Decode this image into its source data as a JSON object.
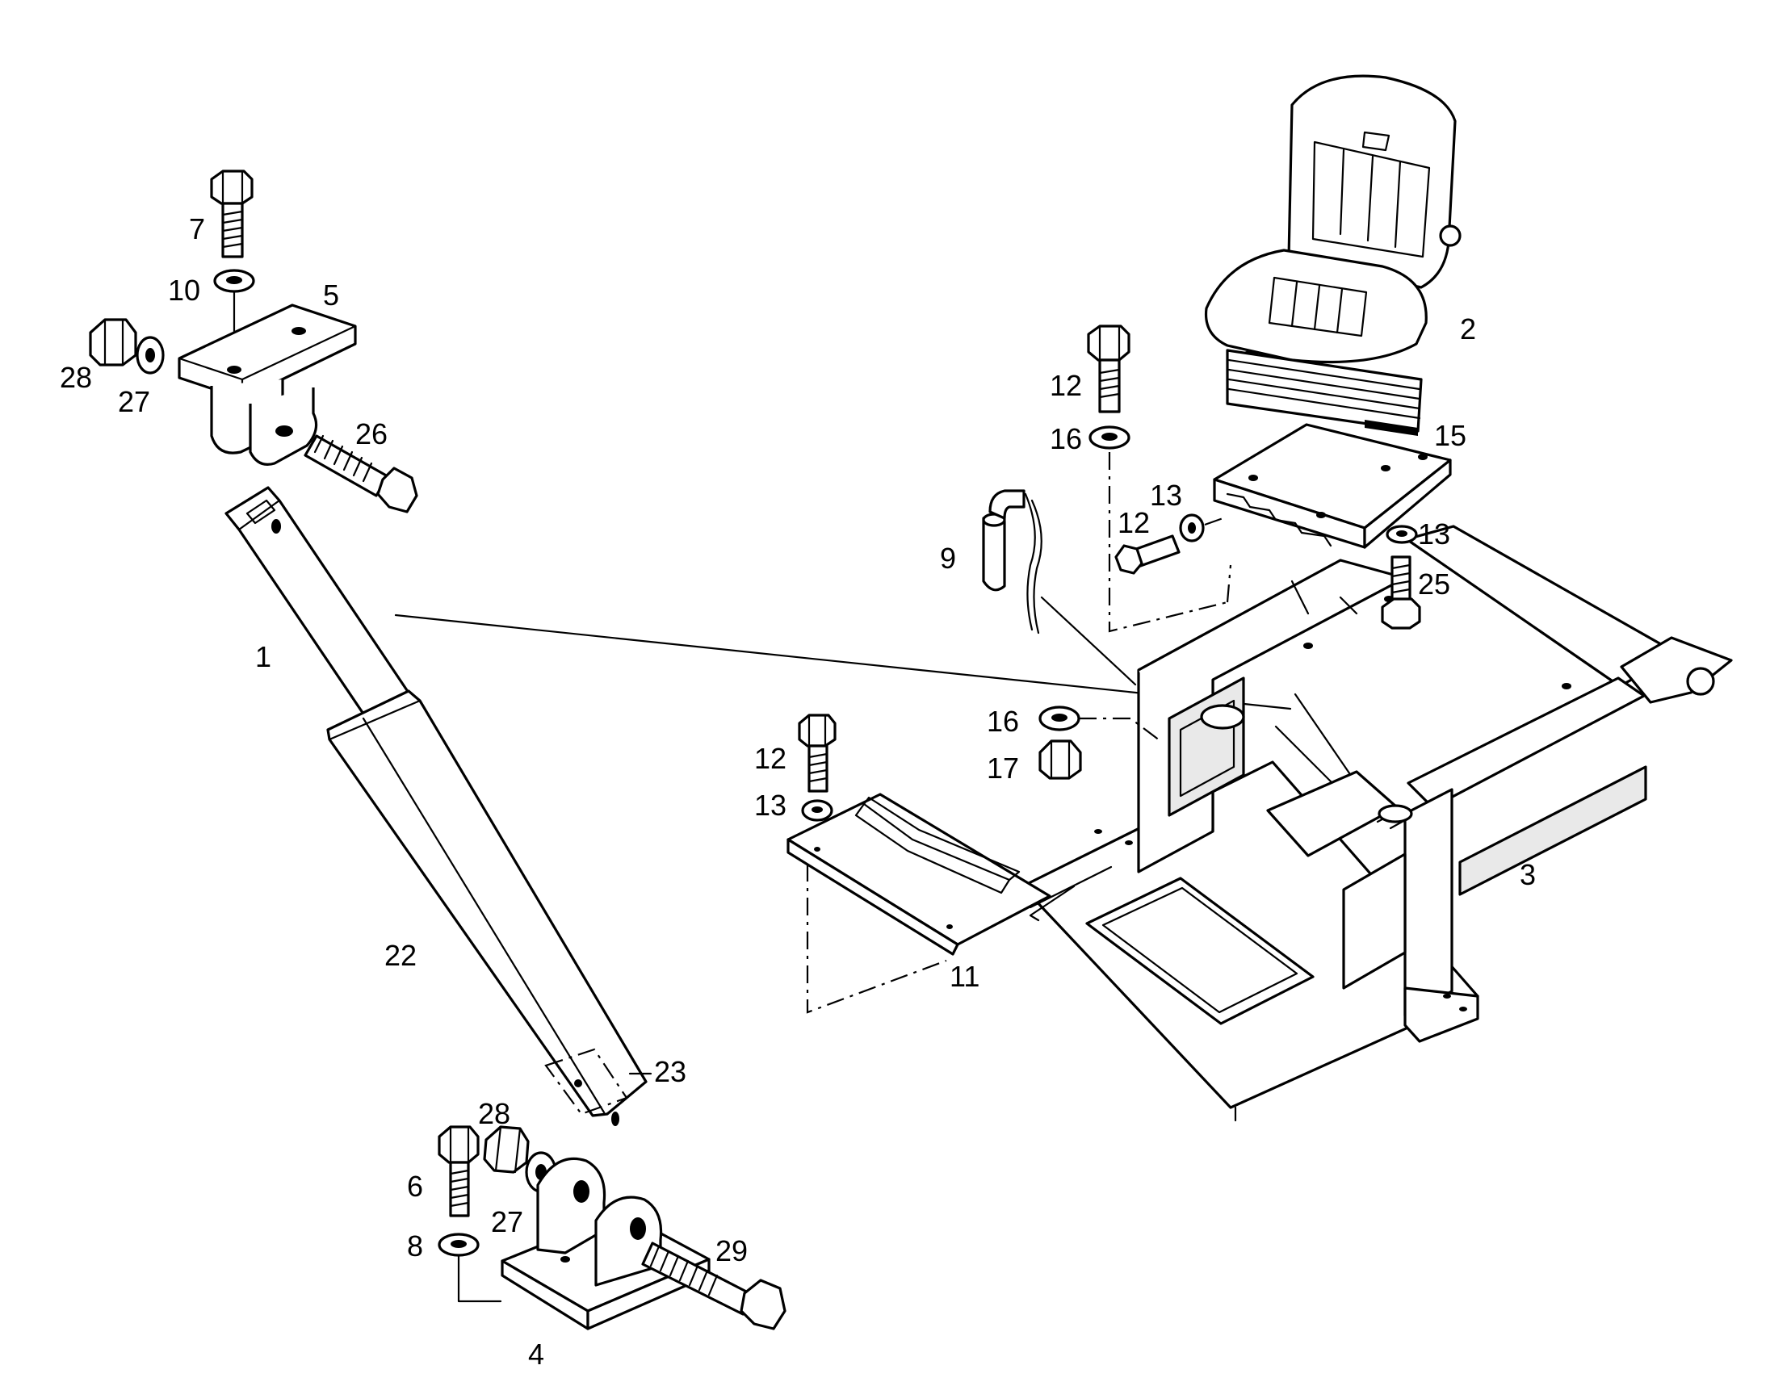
{
  "labels": {
    "p1": "1",
    "p2": "2",
    "p3": "3",
    "p4": "4",
    "p5": "5",
    "p6": "6",
    "p7": "7",
    "p8": "8",
    "p9": "9",
    "p10": "10",
    "p11": "11",
    "p12a": "12",
    "p12b": "12",
    "p12c": "12",
    "p13a": "13",
    "p13b": "13",
    "p13c": "13",
    "p15": "15",
    "p16a": "16",
    "p16b": "16",
    "p17": "17",
    "p22": "22",
    "p23": "23",
    "p25": "25",
    "p26": "26",
    "p27a": "27",
    "p27b": "27",
    "p28a": "28",
    "p28b": "28",
    "p29": "29"
  }
}
